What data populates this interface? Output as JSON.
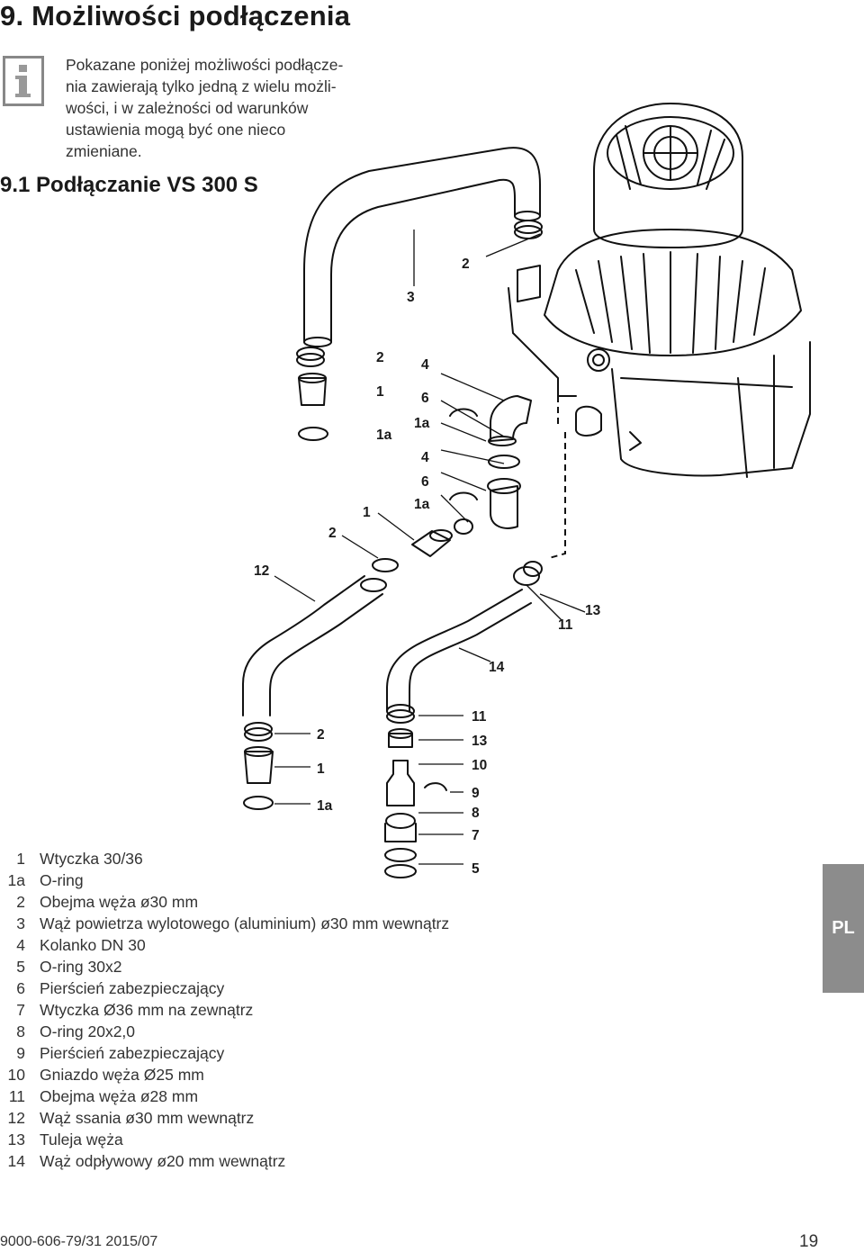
{
  "header": {
    "title": "9. Możliwości podłączenia"
  },
  "info": {
    "icon": "info-icon",
    "lines": [
      "Pokazane poniżej możliwości podłącze-",
      "nia zawierają tylko jedną z wielu możli-",
      "wości, i w zależności od warunków",
      "ustawienia mogą być one nieco",
      "zmieniane."
    ]
  },
  "section": {
    "title": "9.1 Podłączanie VS 300 S"
  },
  "diagram": {
    "callouts": [
      "2",
      "3",
      "2",
      "4",
      "1",
      "6",
      "1a",
      "1a",
      "4",
      "6",
      "1a",
      "1",
      "2",
      "12",
      "13",
      "11",
      "14",
      "11",
      "2",
      "13",
      "1",
      "10",
      "9",
      "1a",
      "8",
      "7",
      "5"
    ]
  },
  "legend": [
    {
      "num": "1",
      "text": "Wtyczka 30/36"
    },
    {
      "num": "1a",
      "text": "O-ring"
    },
    {
      "num": "2",
      "text": "Obejma węża ø30 mm"
    },
    {
      "num": "3",
      "text": "Wąż powietrza wylotowego (aluminium) ø30 mm wewnątrz"
    },
    {
      "num": "4",
      "text": "Kolanko DN 30"
    },
    {
      "num": "5",
      "text": "O-ring 30x2"
    },
    {
      "num": "6",
      "text": "Pierścień zabezpieczający"
    },
    {
      "num": "7",
      "text": "Wtyczka Ø36 mm na zewnątrz"
    },
    {
      "num": "8",
      "text": "O-ring 20x2,0"
    },
    {
      "num": "9",
      "text": "Pierścień zabezpieczający"
    },
    {
      "num": "10",
      "text": "Gniazdo węża Ø25 mm"
    },
    {
      "num": "11",
      "text": "Obejma węża ø28 mm"
    },
    {
      "num": "12",
      "text": "Wąż ssania ø30 mm wewnątrz"
    },
    {
      "num": "13",
      "text": "Tuleja węża"
    },
    {
      "num": "14",
      "text": "Wąż odpływowy ø20 mm wewnątrz"
    }
  ],
  "side_tab": {
    "label": "PL",
    "color": "#8c8c8c"
  },
  "footer": {
    "doc_id": "9000-606-79/31   2015/07",
    "page": "19"
  }
}
